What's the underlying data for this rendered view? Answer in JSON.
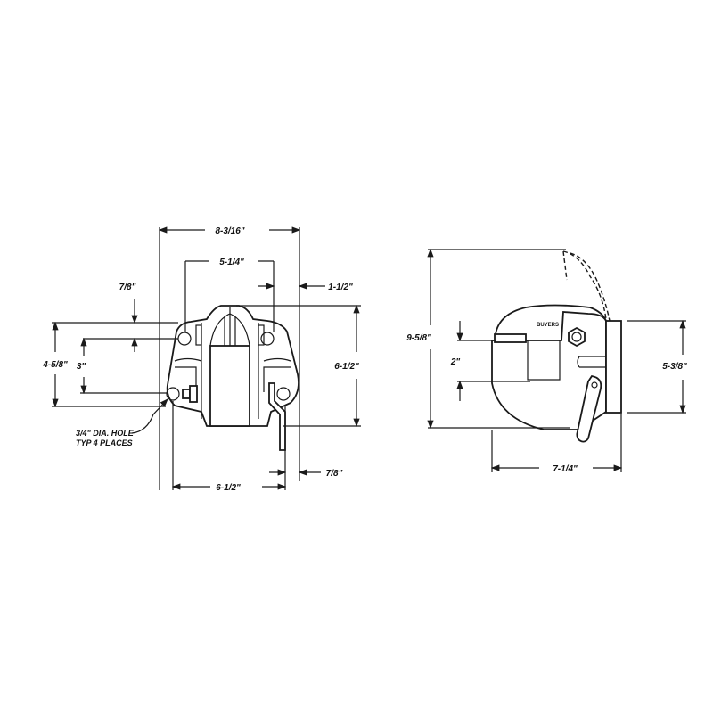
{
  "front_view": {
    "overall_width": "8-3/16\"",
    "top_hole_spacing": "5-1/4\"",
    "right_offset": "1-1/2\"",
    "top_hole_offset": "7/8\"",
    "outer_height": "4-5/8\"",
    "hole_vertical_spacing": "3\"",
    "overall_height": "6-1/2\"",
    "bottom_right_offset": "7/8\"",
    "bottom_hole_spacing": "6-1/2\"",
    "hole_note_line1": "3/4\" DIA. HOLE",
    "hole_note_line2": "TYP 4 PLACES"
  },
  "side_view": {
    "overall_height": "9-5/8\"",
    "jaw_opening": "2\"",
    "plate_height": "5-3/8\"",
    "overall_depth": "7-1/4\"",
    "brand": "BUYERS"
  }
}
